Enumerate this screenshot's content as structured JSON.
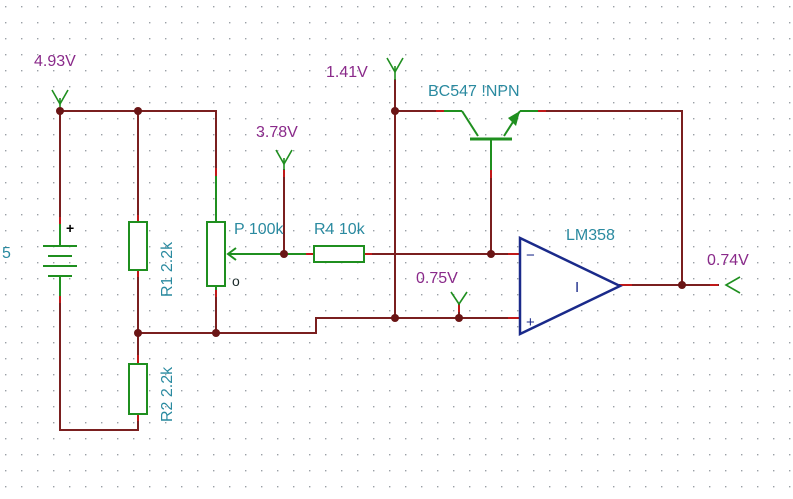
{
  "probes": {
    "battery_top": "4.93V",
    "transistor_collector": "1.41V",
    "pot_wiper": "3.78V",
    "noninv_input": "0.75V",
    "output": "0.74V"
  },
  "components": {
    "battery_value": "5",
    "transistor": "BC547 !NPN",
    "opamp": "LM358",
    "pot": "P 100k",
    "r4": "R4 10k",
    "r1": "R1 2.2k",
    "r2": "R2 2.2k"
  },
  "symbols": {
    "battery_plus": "+",
    "opamp_minus": "−",
    "opamp_plus": "+",
    "opamp_marker": "I",
    "pot_marker": "o"
  },
  "colors": {
    "wire": "#7a1f1f",
    "component": "#1f8f1f",
    "opamp": "#1a2a8a",
    "probe_label": "#8a2a8a",
    "component_label": "#2a8aa0"
  }
}
